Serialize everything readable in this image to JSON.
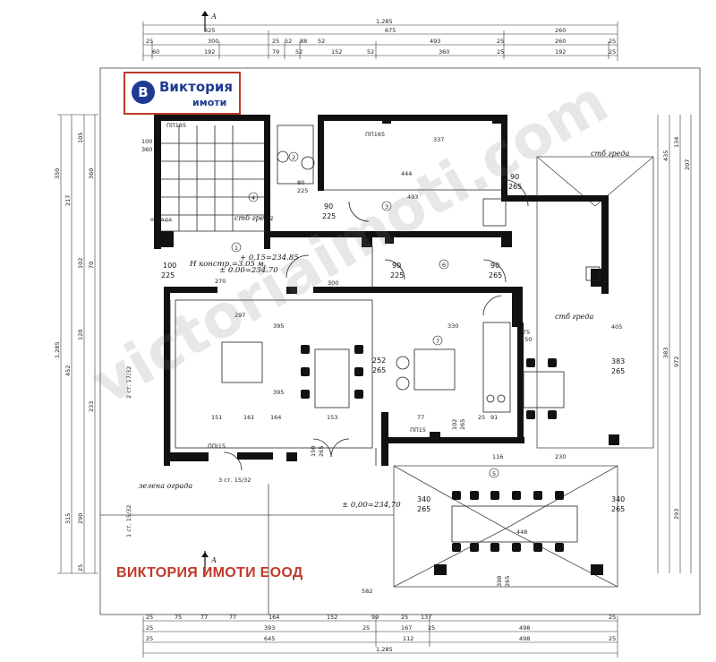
{
  "brand": {
    "logo_letter": "В",
    "logo_name": "Виктория",
    "logo_sub": "имоти",
    "watermark": "victoriaimoti.com",
    "company_text": "ВИКТОРИЯ ИМОТИ ЕООД",
    "colors": {
      "accent_red": "#c0392b",
      "brand_blue": "#1f3a93"
    }
  },
  "plan": {
    "section_marks": [
      "А",
      "А"
    ],
    "elevation_marks": {
      "floor_main": "± 0.00=234.70",
      "floor_top": "+ 0.15=234.85",
      "floor_lower": "± 0.00=234.70",
      "outdoor": "± 0,00=234,70",
      "constr": "H констр.=3.05 м."
    },
    "room_numbers": [
      "1",
      "2",
      "3",
      "4",
      "5",
      "6",
      "7"
    ],
    "labels": {
      "pp1": "ПП165",
      "pp2": "ПП165",
      "pp3": "ПП15",
      "pp4": "ППІ15",
      "stair": "2 ст. 17/32",
      "stair2": "3 ст. 15/32",
      "stair3": "1 ст. 15/32",
      "stb1": "стб греда",
      "stb2": "стб греда",
      "stb3": "стб греда",
      "fence": "ограда",
      "fence2": "зелена ограда"
    },
    "openings": [
      {
        "w": "100",
        "h": "360"
      },
      {
        "w": "80",
        "h": "225"
      },
      {
        "w": "90",
        "h": "225"
      },
      {
        "w": "90",
        "h": "265"
      },
      {
        "w": "100",
        "h": "225"
      },
      {
        "w": "90",
        "h": "225"
      },
      {
        "w": "90",
        "h": "265"
      },
      {
        "w": "75",
        "h": "150"
      },
      {
        "w": "252",
        "h": "265"
      },
      {
        "w": "383",
        "h": "265"
      },
      {
        "w": "102",
        "h": "265"
      },
      {
        "w": "150",
        "h": "265"
      },
      {
        "w": "340",
        "h": "265"
      },
      {
        "w": "340",
        "h": "265"
      },
      {
        "w": "398",
        "h": "265"
      }
    ],
    "top_dims": {
      "row1": [
        "1,285"
      ],
      "row2": [
        "325",
        "675",
        "260"
      ],
      "row3": [
        "25",
        "300",
        "25",
        "52",
        "88",
        "52",
        "493",
        "25",
        "260",
        "25"
      ],
      "row4": [
        "60",
        "192",
        "79",
        "52",
        "152",
        "52",
        "360",
        "25",
        "192",
        "25"
      ]
    },
    "bottom_dims": {
      "row1": [
        "25",
        "75",
        "77",
        "77",
        "164",
        "152",
        "99",
        "25",
        "137",
        "25"
      ],
      "row2": [
        "25",
        "393",
        "25",
        "167",
        "25",
        "498"
      ],
      "row3": [
        "25",
        "645",
        "112",
        "498",
        "25"
      ],
      "row4": [
        "1,285"
      ]
    },
    "left_dims": [
      "350",
      "217",
      "105",
      "360",
      "102",
      "70",
      "1,285",
      "452",
      "120",
      "233",
      "315",
      "290",
      "25"
    ],
    "right_dims": [
      "435",
      "134",
      "207",
      "383",
      "972",
      "293"
    ],
    "interior_dims": [
      "337",
      "444",
      "493",
      "330",
      "300",
      "297",
      "395",
      "395",
      "164",
      "161",
      "153",
      "151",
      "270",
      "405",
      "448",
      "582",
      "230",
      "116",
      "91",
      "77",
      "25"
    ]
  }
}
